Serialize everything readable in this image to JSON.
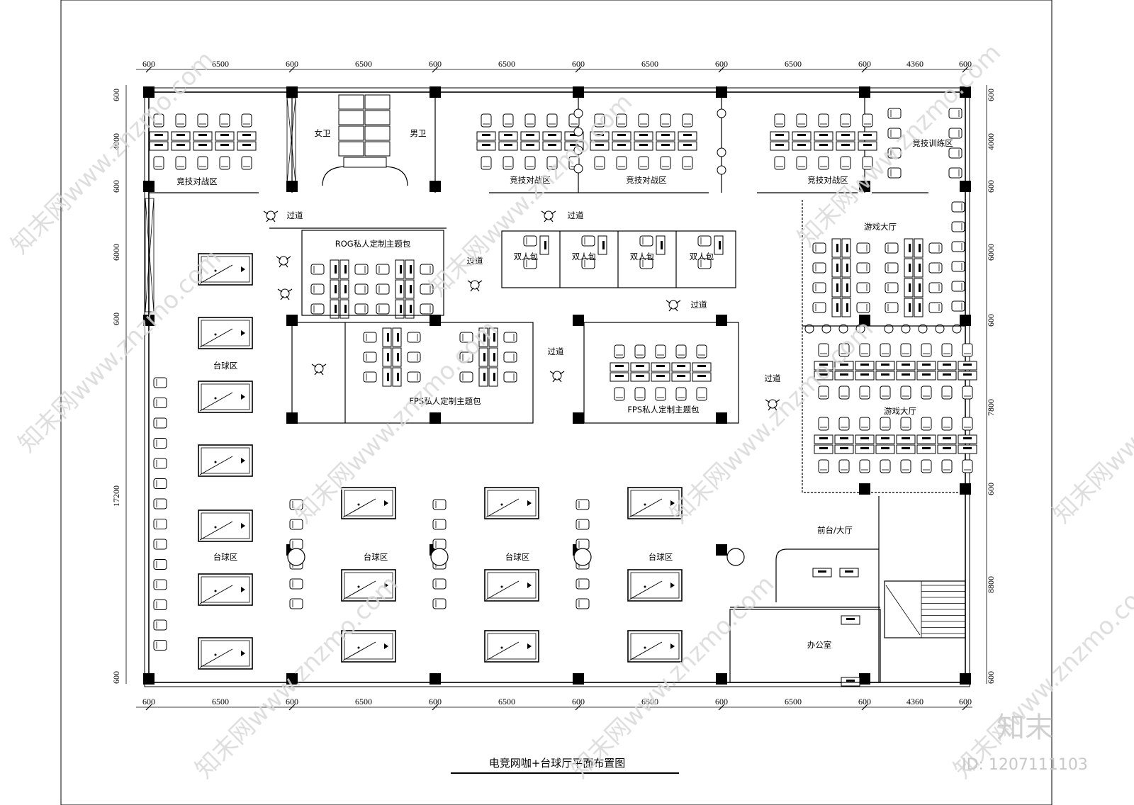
{
  "dimensions": {
    "top": [
      "600",
      "6500",
      "600",
      "6500",
      "600",
      "6500",
      "600",
      "6500",
      "600",
      "6500",
      "600",
      "4360",
      "600"
    ],
    "bottom": [
      "600",
      "6500",
      "600",
      "6500",
      "600",
      "6500",
      "600",
      "6500",
      "600",
      "6500",
      "600",
      "4360",
      "600"
    ],
    "left": [
      "600",
      "4000",
      "600",
      "6000",
      "600",
      "17200",
      "600"
    ],
    "right": [
      "600",
      "4000",
      "600",
      "6000",
      "600",
      "7800",
      "600",
      "8800",
      "600"
    ]
  },
  "rooms": {
    "arena_1": "竞技对战区",
    "womens_toilet": "女卫",
    "mens_toilet": "男卫",
    "arena_2": "竞技对战区",
    "arena_3": "竞技对战区",
    "arena_4": "竞技对战区",
    "training_zone": "竞技训练区",
    "corridor_1": "过道",
    "corridor_2": "过道",
    "corridor_3": "过道",
    "corridor_4": "过道",
    "corridor_5": "过道",
    "corridor_6": "过道",
    "rog_room": "ROG私人定制主题包",
    "double_room_1": "双人包",
    "double_room_2": "双人包",
    "double_room_3": "双人包",
    "double_room_4": "双人包",
    "game_hall_1": "游戏大厅",
    "game_hall_2": "游戏大厅",
    "fps_room_1": "FPS私人定制主题包",
    "fps_room_2": "FPS私人定制主题包",
    "billiards_1": "台球区",
    "billiards_2": "台球区",
    "billiards_3": "台球区",
    "billiards_4": "台球区",
    "billiards_5": "台球区",
    "reception": "前台/大厅",
    "office": "办公室"
  },
  "title": "电竞网咖+台球厅平面布置图",
  "watermark": {
    "text": "知末网www.znzmo.com",
    "brand": "知末",
    "id": "ID: 1207111103"
  },
  "colors": {
    "line": "#000000",
    "watermark": "#d9d9d9"
  }
}
